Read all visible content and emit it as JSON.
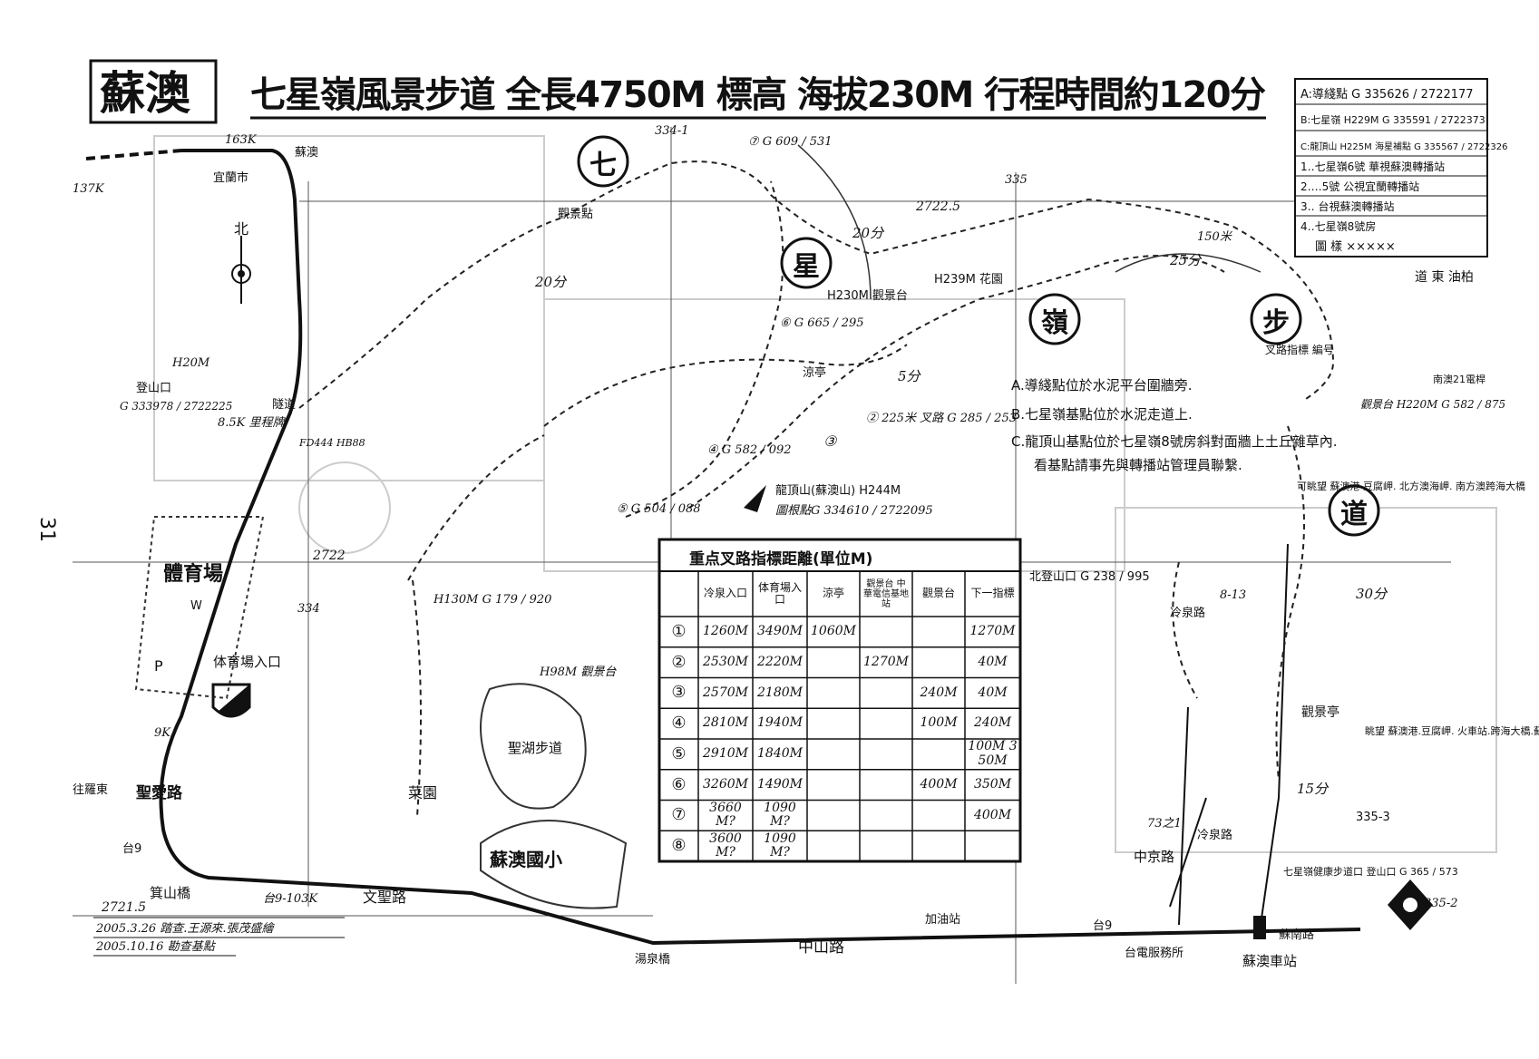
{
  "page_number": "31",
  "title": {
    "town": "蘇澳",
    "main": "七星嶺風景步道 全長4750M 標高 海拔230M 行程時間約120分"
  },
  "trail_markers": [
    "七",
    "星",
    "嶺",
    "步",
    "道"
  ],
  "legend": {
    "rows": [
      "A:導綫點 G 335626 / 2722177",
      "B:七星嶺 H229M G 335591 / 2722373",
      "C:龍頂山 H225M 海星補點 G 335567 / 2722326",
      "1‥七星嶺6號 華視蘇澳轉播站",
      "2‥‥5號 公視宜蘭轉播站",
      "3‥ 台視蘇澳轉播站",
      "4‥七星嶺8號房",
      "圖 樣 ×××××"
    ]
  },
  "notes": [
    "A.導綫點位於水泥平台圍牆旁.",
    "B.七星嶺基點位於水泥走道上.",
    "C.龍頂山基點位於七星嶺8號房斜對面牆上土丘雜草內.",
    "看基點請事先與轉播站管理員聯繫."
  ],
  "table": {
    "title": "重点叉路指標距離(單位M)",
    "headers": [
      "",
      "冷泉入口",
      "体育場入口",
      "涼亭",
      "觀景台 中華電信基地站",
      "觀景台",
      "下一指標"
    ],
    "rows": [
      [
        "①",
        "1260M",
        "3490M",
        "1060M",
        "",
        "",
        "1270M"
      ],
      [
        "②",
        "2530M",
        "2220M",
        "",
        "1270M",
        "",
        "40M"
      ],
      [
        "③",
        "2570M",
        "2180M",
        "",
        "",
        "240M",
        "40M"
      ],
      [
        "④",
        "2810M",
        "1940M",
        "",
        "",
        "100M",
        "240M"
      ],
      [
        "⑤",
        "2910M",
        "1840M",
        "",
        "",
        "",
        "100M 350M"
      ],
      [
        "⑥",
        "3260M",
        "1490M",
        "",
        "",
        "400M",
        "350M"
      ],
      [
        "⑦",
        "3660M?",
        "1090M?",
        "",
        "",
        "",
        "400M"
      ],
      [
        "⑧",
        "3600M?",
        "1090M?",
        "",
        "",
        "",
        ""
      ]
    ]
  },
  "map_labels": {
    "suao": "蘇澳",
    "yilan": "宜蘭市",
    "k163": "163K",
    "north": "北",
    "k137": "137K",
    "tunnel": "隧道",
    "trailhead_left": "登山口",
    "g8": "G 333978 / 2722225",
    "h20": "H20M",
    "k85": "8.5K 里程牌",
    "fd": "FD444 HB88",
    "r334": "334",
    "r335": "335",
    "r3341": "334-1",
    "r3352": "335-2",
    "grid_27225": "2722.5",
    "grid_2722": "2722",
    "grid_27215": "2721.5",
    "t20a": "20分",
    "t20b": "20分",
    "t25": "25分",
    "t5": "5分",
    "t30": "30分",
    "t15": "15分",
    "k150": "150米",
    "viewpoint_top": "觀景點",
    "g7": "⑦ G 609 / 531",
    "g6": "⑥ G 665 / 295",
    "h230": "H230M 觀景台",
    "h239": "H239M 花園",
    "pavilion": "涼亭",
    "g2": "② 225米 叉路 G 285 / 253",
    "g3": "③",
    "g4": "④ G 582 / 092",
    "g5": "⑤ G 504 / 088",
    "longding": "龍頂山(蘇澳山) H244M",
    "longding_g": "圖根點G 334610 / 2722095",
    "g_h130": "H130M G 179 / 920",
    "lake": "聖湖步道",
    "h98": "H98M 觀景台",
    "garden": "菜園",
    "stadium": "體育場",
    "stadium_entry": "体育場入口",
    "wp": "W",
    "p": "P",
    "k9": "9K",
    "shengai": "聖愛路",
    "to_luodong": "往羅東",
    "qishan": "箕山橋",
    "r9": "台9",
    "r9k": "台9-103K",
    "wensheng": "文聖路",
    "school": "蘇澳國小",
    "hotspring": "湯泉橋",
    "zhongshan": "中山路",
    "gas": "加油站",
    "r9b": "台9",
    "north_entry": "北登山口 G 238 / 995",
    "lengquan": "冷泉路",
    "k813": "8-13",
    "viewpoint_pav": "觀景亭",
    "view_note": "眺望 蘇澳港.豆腐岬. 火車站.跨海大橋.蘇花山.",
    "zhongjing": "中京路",
    "lengquan2": "冷泉路",
    "k73": "73之1",
    "trailhead_south": "七星嶺健康步道口 登山口 G 365 / 573",
    "station": "蘇澳車站",
    "taipower": "台電服務所",
    "sunan": "蘇南路",
    "r3353": "335-3",
    "top_view": "觀景台 H220M G 582 / 875",
    "top_view_note": "可眺望 蘇澳港 豆腐岬. 北方澳海岬. 南方澳跨海大橋",
    "fork1": "叉路指標 編号",
    "nanfang": "南澳21電桿",
    "road_east": "道 東 油柏"
  },
  "credits": [
    "2005.3.26 踏查.王源來.張茂盛繪",
    "2005.10.16 勘查基點"
  ]
}
